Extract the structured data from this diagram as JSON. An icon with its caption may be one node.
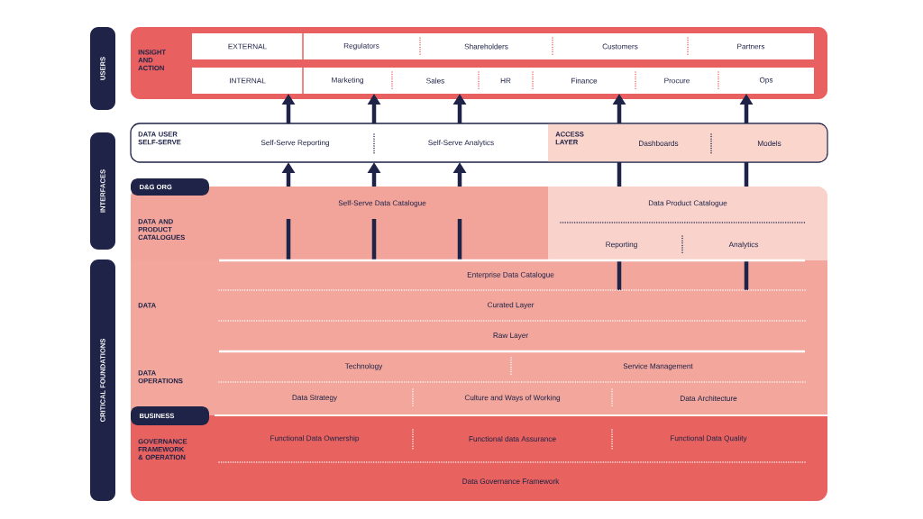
{
  "diagram": {
    "nodes": [
      {
        "text": [
          "USERS"
        ]
      },
      {
        "text": [
          "INTERFACES"
        ]
      },
      {
        "text": [
          "CRITICAL FOUNDATIONS"
        ]
      },
      {
        "text": [
          "INSIGHT AND ACTION"
        ]
      },
      {
        "text": [
          "EXTERNAL"
        ],
        "in": 3
      },
      {
        "text": [
          "Regulators"
        ],
        "in": 3
      },
      {
        "text": [
          "Shareholders"
        ],
        "in": 3
      },
      {
        "text": [
          "Customers"
        ],
        "in": 3
      },
      {
        "text": [
          "Partners"
        ],
        "in": 3
      },
      {
        "text": [
          "INTERNAL"
        ],
        "in": 3
      },
      {
        "text": [
          "Marketing"
        ],
        "in": 3
      },
      {
        "text": [
          "Sales"
        ],
        "in": 3
      },
      {
        "text": [
          "HR"
        ],
        "in": 3
      },
      {
        "text": [
          "Finance"
        ],
        "in": 3
      },
      {
        "text": [
          "Procure"
        ],
        "in": 3
      },
      {
        "text": [
          "Ops"
        ],
        "in": 3
      },
      {
        "text": [
          "DATA USER SELF-SERVE"
        ]
      },
      {
        "text": [
          "Self-Serve Reporting"
        ],
        "in": 16
      },
      {
        "text": [
          "Self-Serve Analytics"
        ],
        "in": 16
      },
      {
        "text": [
          "ACCESS LAYER"
        ],
        "in": 16
      },
      {
        "text": [
          "Dashboards"
        ],
        "in": 19
      },
      {
        "text": [
          "Models"
        ],
        "in": 19
      },
      {
        "text": [
          "D&G ORG"
        ]
      },
      {
        "text": [
          "DATA AND PRODUCT CATALOGUES"
        ]
      },
      {
        "text": [
          "Self-Serve Data Catalogue"
        ],
        "in": 23
      },
      {
        "text": [
          "Data Product Catalogue"
        ],
        "in": 23
      },
      {
        "text": [
          "Reporting"
        ],
        "in": 25
      },
      {
        "text": [
          "Analytics"
        ],
        "in": 25
      },
      {
        "text": [
          "DATA"
        ]
      },
      {
        "text": [
          "Enterprise Data Catalogue"
        ],
        "in": 28
      },
      {
        "text": [
          "Curated Layer"
        ],
        "in": 28
      },
      {
        "text": [
          "Raw Layer"
        ],
        "in": 28
      },
      {
        "text": [
          "DATA OPERATIONS"
        ]
      },
      {
        "text": [
          "Technology"
        ],
        "in": 32
      },
      {
        "text": [
          "Service Management"
        ],
        "in": 32
      },
      {
        "text": [
          "Data Strategy"
        ],
        "in": 32
      },
      {
        "text": [
          "Culture and Ways of Working"
        ],
        "in": 32
      },
      {
        "text": [
          "Data Architecture"
        ],
        "in": 32
      },
      {
        "text": [
          "BUSINESS"
        ]
      },
      {
        "text": [
          "GOVERNANCE FRAMEWORK & OPERATION"
        ]
      },
      {
        "text": [
          "Functional Data Ownership"
        ],
        "in": 39
      },
      {
        "text": [
          "Functional data Assurance"
        ],
        "in": 39
      },
      {
        "text": [
          "Functional Data Quality"
        ],
        "in": 39
      },
      {
        "text": [
          "Data Governance Framework"
        ],
        "in": 39
      }
    ],
    "edges": [
      {
        "from": 24,
        "to": 16,
        "arrow": "to"
      },
      {
        "from": 24,
        "to": 16,
        "arrow": "to"
      },
      {
        "from": 24,
        "to": 16,
        "arrow": "to"
      },
      {
        "from": 16,
        "to": 9,
        "arrow": "to"
      },
      {
        "from": 16,
        "to": 10,
        "arrow": "to"
      },
      {
        "from": 16,
        "to": 11,
        "arrow": "to"
      },
      {
        "from": 25,
        "to": 19,
        "arrow": "none"
      },
      {
        "from": 25,
        "to": 19,
        "arrow": "none"
      },
      {
        "from": 19,
        "to": 13,
        "arrow": "to"
      },
      {
        "from": 19,
        "to": 15,
        "arrow": "to"
      }
    ]
  }
}
